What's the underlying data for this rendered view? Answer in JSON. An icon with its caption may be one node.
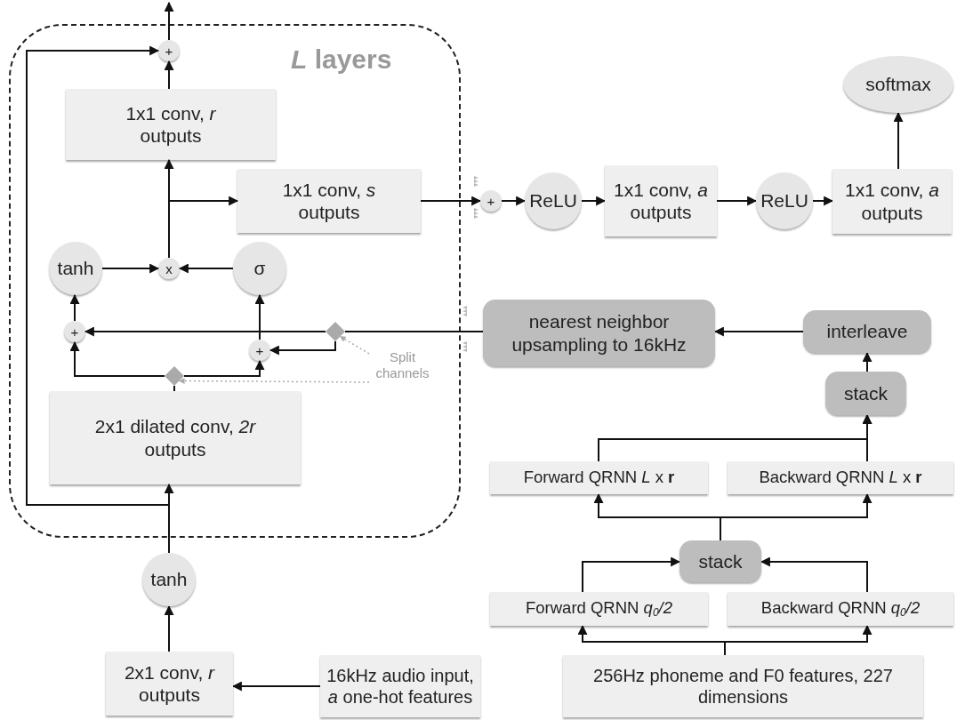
{
  "diagram": {
    "nodes": [
      {
        "text": [
          "*L* layers"
        ]
      },
      {
        "text": [
          "+"
        ],
        "in": 0
      },
      {
        "text": [
          "1x1 conv, *r* outputs"
        ],
        "in": 0
      },
      {
        "text": [
          "1x1 conv, *s* outputs"
        ],
        "in": 0
      },
      {
        "text": [
          "tanh"
        ],
        "in": 0
      },
      {
        "text": [
          "x"
        ],
        "in": 0
      },
      {
        "text": [
          "σ"
        ],
        "in": 0
      },
      {
        "text": [
          "+"
        ],
        "in": 0
      },
      {
        "text": [],
        "shape": "diamond",
        "in": 0
      },
      {
        "text": [
          "+"
        ],
        "in": 0
      },
      {
        "text": [],
        "shape": "diamond",
        "in": 0
      },
      {
        "text": [
          "Split channels"
        ],
        "in": 0
      },
      {
        "text": [
          "2x1 dilated conv, *2r* outputs"
        ],
        "in": 0
      },
      {
        "text": [
          "tanh"
        ]
      },
      {
        "text": [
          "2x1 conv, *r* outputs"
        ]
      },
      {
        "text": [
          "16kHz audio input, *a* one-hot features"
        ]
      },
      {
        "text": [
          "+"
        ]
      },
      {
        "text": [
          "ReLU"
        ]
      },
      {
        "text": [
          "1x1 conv, *a* outputs"
        ]
      },
      {
        "text": [
          "ReLU"
        ]
      },
      {
        "text": [
          "1x1 conv, *a* outputs"
        ]
      },
      {
        "text": [
          "softmax"
        ]
      },
      {
        "text": [
          "nearest neighbor upsampling to 16kHz"
        ]
      },
      {
        "text": [
          "interleave"
        ]
      },
      {
        "text": [
          "stack"
        ]
      },
      {
        "text": [
          "Forward QRNN *L* x **r**"
        ]
      },
      {
        "text": [
          "Backward QRNN *L* x **r**"
        ]
      },
      {
        "text": [
          "stack"
        ]
      },
      {
        "text": [
          "Forward QRNN *q$_{0}$/2*"
        ]
      },
      {
        "text": [
          "Backward QRNN *q$_{0}$/2*"
        ]
      },
      {
        "text": [
          "256Hz phoneme and F0 features, 227 dimensions"
        ]
      }
    ],
    "edges": [
      {
        "from": 1,
        "to": null,
        "arrow": "to"
      },
      {
        "from": 2,
        "to": 1,
        "arrow": "to"
      },
      {
        "from": 5,
        "to": 2,
        "arrow": "to"
      },
      {
        "from": 5,
        "to": 3,
        "arrow": "to"
      },
      {
        "from": 4,
        "to": 5,
        "arrow": "to"
      },
      {
        "from": 6,
        "to": 5,
        "arrow": "to"
      },
      {
        "from": 7,
        "to": 4,
        "arrow": "to"
      },
      {
        "from": 9,
        "to": 6,
        "arrow": "to"
      },
      {
        "from": 22,
        "to": 8,
        "arrow": "none"
      },
      {
        "from": 8,
        "to": 7,
        "arrow": "to"
      },
      {
        "from": 8,
        "to": 9,
        "arrow": "to"
      },
      {
        "from": 10,
        "to": 7,
        "arrow": "to"
      },
      {
        "from": 10,
        "to": 9,
        "arrow": "to"
      },
      {
        "from": 12,
        "to": 10,
        "arrow": "none"
      },
      {
        "from": 11,
        "to": 8,
        "arrow": "to",
        "style": "dashed",
        "color": "#aaaaaa"
      },
      {
        "from": 11,
        "to": 10,
        "arrow": "to",
        "style": "dashed",
        "color": "#aaaaaa"
      },
      {
        "from": 13,
        "to": 12,
        "arrow": "to"
      },
      {
        "from": 13,
        "to": 1,
        "arrow": "to"
      },
      {
        "from": 14,
        "to": 13,
        "arrow": "to"
      },
      {
        "from": 15,
        "to": 14,
        "arrow": "to"
      },
      {
        "from": 3,
        "to": 16,
        "arrow": "to"
      },
      {
        "from": 16,
        "to": 17,
        "arrow": "to"
      },
      {
        "from": 17,
        "to": 18,
        "arrow": "to"
      },
      {
        "from": 18,
        "to": 19,
        "arrow": "to"
      },
      {
        "from": 19,
        "to": 20,
        "arrow": "to"
      },
      {
        "from": 20,
        "to": 21,
        "arrow": "to"
      },
      {
        "from": 23,
        "to": 22,
        "arrow": "to"
      },
      {
        "from": 24,
        "to": 23,
        "arrow": "to"
      },
      {
        "from": 25,
        "to": 24,
        "arrow": "to"
      },
      {
        "from": 26,
        "to": 24,
        "arrow": "to"
      },
      {
        "from": 27,
        "to": 25,
        "arrow": "to"
      },
      {
        "from": 27,
        "to": 26,
        "arrow": "to"
      },
      {
        "from": 28,
        "to": 27,
        "arrow": "to"
      },
      {
        "from": 29,
        "to": 27,
        "arrow": "to"
      },
      {
        "from": 30,
        "to": 28,
        "arrow": "to"
      },
      {
        "from": 30,
        "to": 29,
        "arrow": "to"
      }
    ]
  }
}
